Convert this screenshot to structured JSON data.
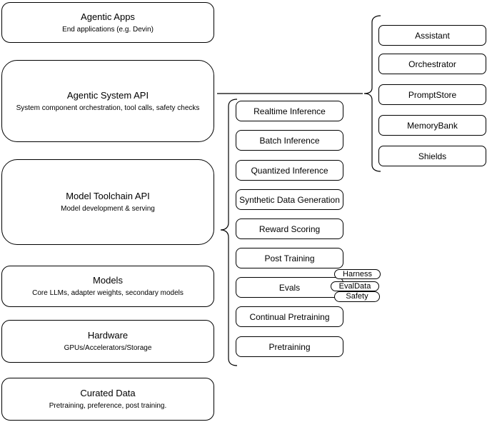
{
  "diagram": {
    "stack": [
      {
        "title": "Agentic Apps",
        "subtitle": "End applications (e.g. Devin)"
      },
      {
        "title": "Agentic System API",
        "subtitle": "System component orchestration, tool calls, safety checks"
      },
      {
        "title": "Model Toolchain API",
        "subtitle": "Model development & serving"
      },
      {
        "title": "Models",
        "subtitle": "Core LLMs, adapter weights, secondary models"
      },
      {
        "title": "Hardware",
        "subtitle": "GPUs/Accelerators/Storage"
      },
      {
        "title": "Curated Data",
        "subtitle": "Pretraining, preference, post training."
      }
    ],
    "toolchain_components": [
      "Realtime Inference",
      "Batch Inference",
      "Quantized Inference",
      "Synthetic Data Generation",
      "Reward Scoring",
      "Post Training",
      "Evals",
      "Continual Pretraining",
      "Pretraining"
    ],
    "evals_tags": [
      "Harness",
      "EvalData",
      "Safety"
    ],
    "system_components": [
      "Assistant",
      "Orchestrator",
      "PromptStore",
      "MemoryBank",
      "Shields"
    ]
  },
  "colors": {
    "stroke": "#000000",
    "background": "#ffffff"
  }
}
